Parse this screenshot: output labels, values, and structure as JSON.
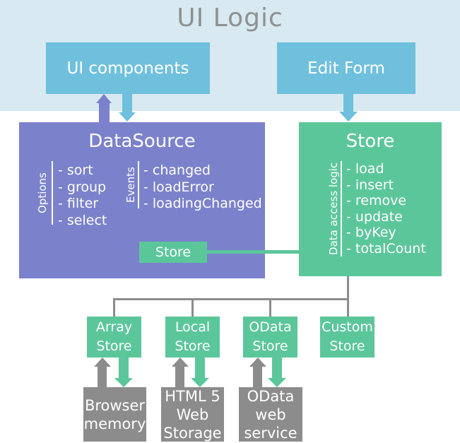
{
  "title": "UI Logic",
  "colors": {
    "band_background": "#d8e9f1",
    "blue_box": "#6fc0dc",
    "purple_box": "#7b82cb",
    "green_box": "#5cc69b",
    "gray_box": "#8c8c8c",
    "title_text": "#8e9190",
    "box_text": "#ffffff"
  },
  "ui_layer": {
    "ui_components_label": "UI components",
    "edit_form_label": "Edit Form"
  },
  "datasource": {
    "title": "DataSource",
    "options": {
      "label": "Options",
      "items": [
        "- sort",
        "- group",
        "- filter",
        "- select"
      ]
    },
    "events": {
      "label": "Events",
      "items": [
        "- changed",
        "- loadError",
        "- loadingChanged"
      ]
    },
    "store_chip_label": "Store"
  },
  "store": {
    "title": "Store",
    "data_access": {
      "label": "Data access logic",
      "items": [
        "- load",
        "- insert",
        "- remove",
        "- update",
        "- byKey",
        "- totalCount"
      ]
    }
  },
  "stores_row": [
    {
      "label": "Array\nStore"
    },
    {
      "label": "Local\nStore"
    },
    {
      "label": "OData\nStore"
    },
    {
      "label": "Custom\nStore"
    }
  ],
  "backends_row": [
    {
      "label": "Browser\nmemory"
    },
    {
      "label": "HTML 5\nWeb\nStorage"
    },
    {
      "label": "OData\nweb\nservice"
    }
  ]
}
